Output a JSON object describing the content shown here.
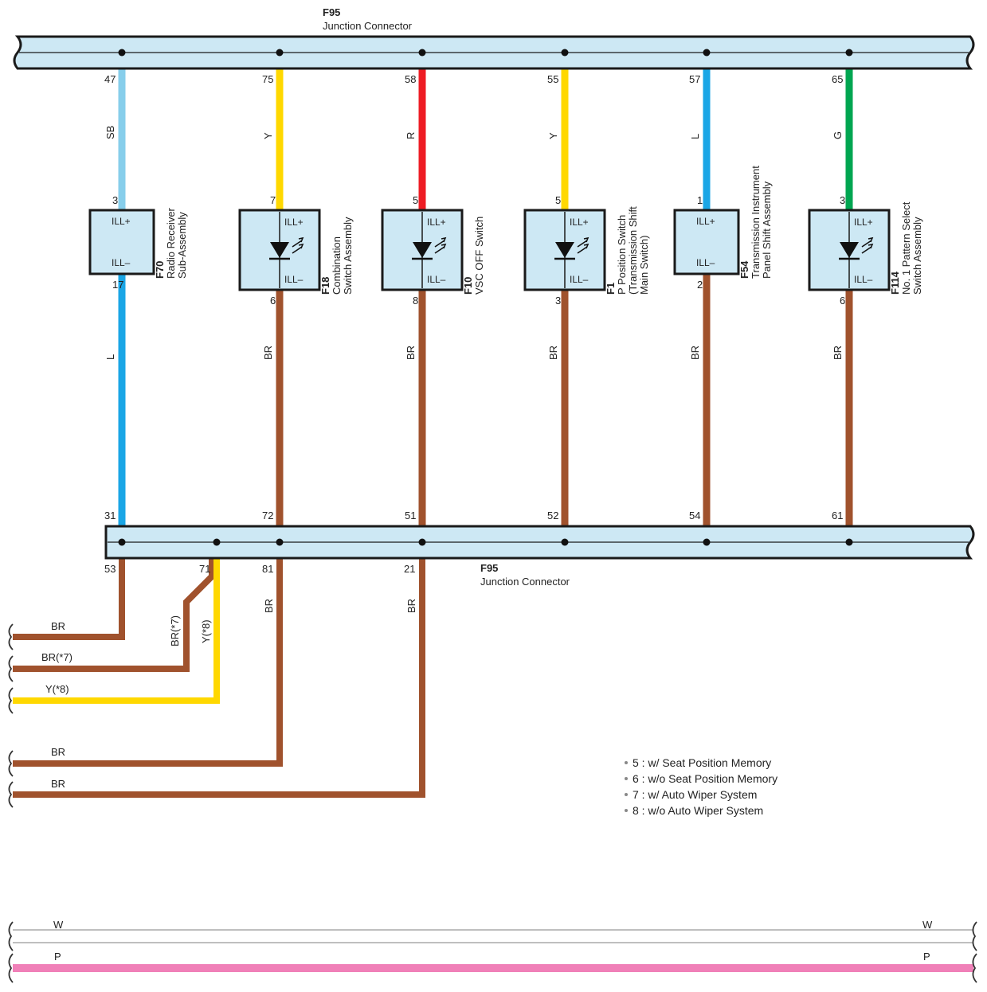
{
  "top_connector": {
    "code": "F95",
    "name": "Junction Connector"
  },
  "bottom_connector": {
    "code": "F95",
    "name": "Junction Connector"
  },
  "circuits": [
    {
      "pin_top": "47",
      "color_top": "SB",
      "hex_top": "#87CEEB",
      "comp_pin_in": "3",
      "comp_pin_out": "17",
      "comp_code": "F70",
      "comp_name": [
        "Radio Receiver",
        "Sub-Assembly"
      ],
      "led": false,
      "ill_plus": "ILL+",
      "ill_minus": "ILL–",
      "color_bot": "L",
      "hex_bot": "#1AA6E6",
      "pin_bottom": "31"
    },
    {
      "pin_top": "75",
      "color_top": "Y",
      "hex_top": "#FFD800",
      "comp_pin_in": "7",
      "comp_pin_out": "6",
      "comp_code": "F18",
      "comp_name": [
        "Combination",
        "Switch Assembly"
      ],
      "led": true,
      "ill_plus": "ILL+",
      "ill_minus": "ILL–",
      "color_bot": "BR",
      "hex_bot": "#A0522D",
      "pin_bottom": "72"
    },
    {
      "pin_top": "58",
      "color_top": "R",
      "hex_top": "#EE1C24",
      "comp_pin_in": "5",
      "comp_pin_out": "8",
      "comp_code": "F10",
      "comp_name": [
        "VSC OFF Switch"
      ],
      "led": true,
      "ill_plus": "ILL+",
      "ill_minus": "ILL–",
      "color_bot": "BR",
      "hex_bot": "#A0522D",
      "pin_bottom": "51"
    },
    {
      "pin_top": "55",
      "color_top": "Y",
      "hex_top": "#FFD800",
      "comp_pin_in": "5",
      "comp_pin_out": "3",
      "comp_code": "F1",
      "comp_name": [
        "P Position Switch",
        "(Transmission Shift",
        "Main Switch)"
      ],
      "led": true,
      "ill_plus": "ILL+",
      "ill_minus": "ILL–",
      "color_bot": "BR",
      "hex_bot": "#A0522D",
      "pin_bottom": "52"
    },
    {
      "pin_top": "57",
      "color_top": "L",
      "hex_top": "#1AA6E6",
      "comp_pin_in": "1",
      "comp_pin_out": "2",
      "comp_code": "F54",
      "comp_name": [
        "Transmission Instrument",
        "Panel Shift Assembly"
      ],
      "led": false,
      "ill_plus": "ILL+",
      "ill_minus": "ILL–",
      "color_bot": "BR",
      "hex_bot": "#A0522D",
      "pin_bottom": "54"
    },
    {
      "pin_top": "65",
      "color_top": "G",
      "hex_top": "#00A651",
      "comp_pin_in": "3",
      "comp_pin_out": "6",
      "comp_code": "F114",
      "comp_name": [
        "No. 1 Pattern Select",
        "Switch Assembly"
      ],
      "led": true,
      "ill_plus": "ILL+",
      "ill_minus": "ILL–",
      "color_bot": "BR",
      "hex_bot": "#A0522D",
      "pin_bottom": "61"
    }
  ],
  "outputs": [
    {
      "pin": "53",
      "vertical_label": "",
      "horizontal_label": "BR",
      "hex": "#A0522D"
    },
    {
      "pin": "71",
      "vertical_label": "BR(*7)",
      "horizontal_label": "BR(*7)",
      "hex": "#A0522D"
    },
    {
      "pin": "",
      "vertical_label": "Y(*8)",
      "horizontal_label": "Y(*8)",
      "hex": "#FFD800"
    },
    {
      "pin": "81",
      "vertical_label": "BR",
      "horizontal_label": "BR",
      "hex": "#A0522D"
    },
    {
      "pin": "21",
      "vertical_label": "BR",
      "horizontal_label": "BR",
      "hex": "#A0522D"
    }
  ],
  "notes": [
    "5 : w/ Seat Position Memory",
    "6 : w/o Seat Position Memory",
    "7 : w/ Auto Wiper System",
    "8 : w/o Auto Wiper System"
  ],
  "bottom_wires": [
    {
      "left_label": "W",
      "right_label": "W",
      "hex": "#FFFFFF"
    },
    {
      "left_label": "P",
      "right_label": "P",
      "hex": "#F080B8"
    }
  ],
  "colors": {
    "connector_fill": "#CDE8F4",
    "outline": "#1A1A1A",
    "brown": "#A0522D"
  }
}
